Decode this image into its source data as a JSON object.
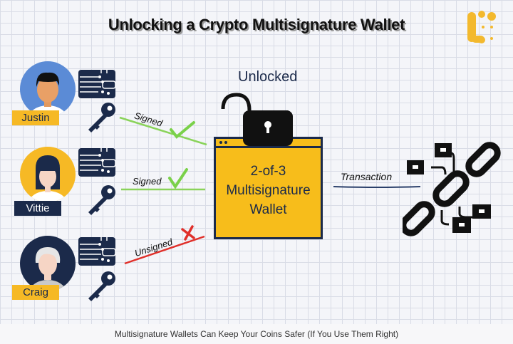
{
  "title": "Unlocking a Crypto Multisignature Wallet",
  "signers": [
    {
      "name": "Justin",
      "status": "Signed"
    },
    {
      "name": "Vittie",
      "status": "Signed"
    },
    {
      "name": "Craig",
      "status": "Unsigned"
    }
  ],
  "lock_label": "Unlocked",
  "wallet": {
    "line1": "2-of-3",
    "line2": "Multisignature",
    "line3": "Wallet"
  },
  "transaction_label": "Transaction",
  "footer": "Multisignature Wallets Can Keep Your Coins Safer (If You Use Them Right)",
  "colors": {
    "yellow": "#f6b925",
    "navy": "#1b2a4a",
    "blue": "#5b8bd6",
    "green": "#7ad14a",
    "red": "#e0302a"
  }
}
